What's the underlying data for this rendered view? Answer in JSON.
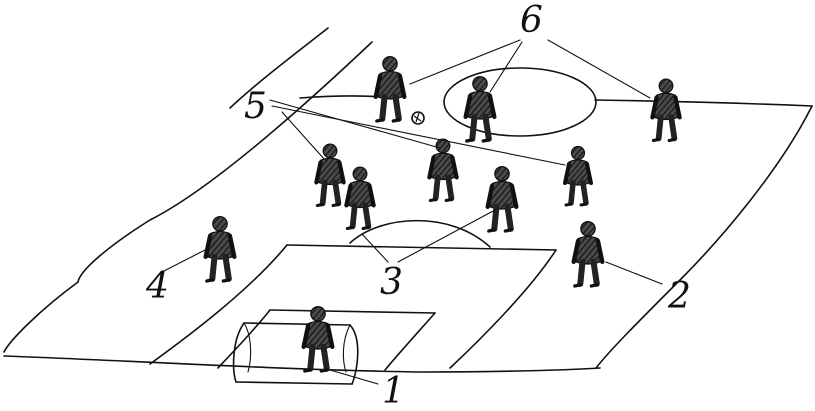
{
  "diagram": {
    "ink_color": "#111111",
    "player_fill": "#3a3a3a",
    "labels": {
      "goalkeeper": "1",
      "right_defender": "2",
      "center_defenders": "3",
      "left_winger": "4",
      "midfielders": "5",
      "attackers": "6"
    }
  }
}
